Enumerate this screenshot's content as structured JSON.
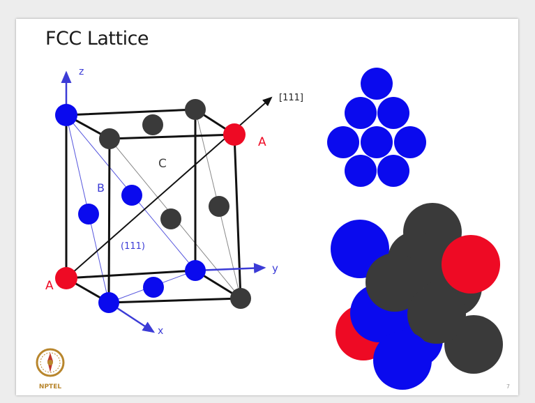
{
  "slide": {
    "title": "FCC Lattice",
    "page_number": "7"
  },
  "lattice": {
    "axis_z": "z",
    "axis_y": "y",
    "axis_x": "x",
    "direction_label": "[111]",
    "plane_label": "(111)",
    "layer_a": "A",
    "layer_b": "B",
    "layer_c": "C"
  },
  "logo": {
    "text": "NPTEL"
  },
  "colors": {
    "blue": "#0a0aee",
    "red": "#ee0a24",
    "dark": "#3a3a3a",
    "edge": "#111111",
    "accent_line": "#3b3bd6"
  }
}
